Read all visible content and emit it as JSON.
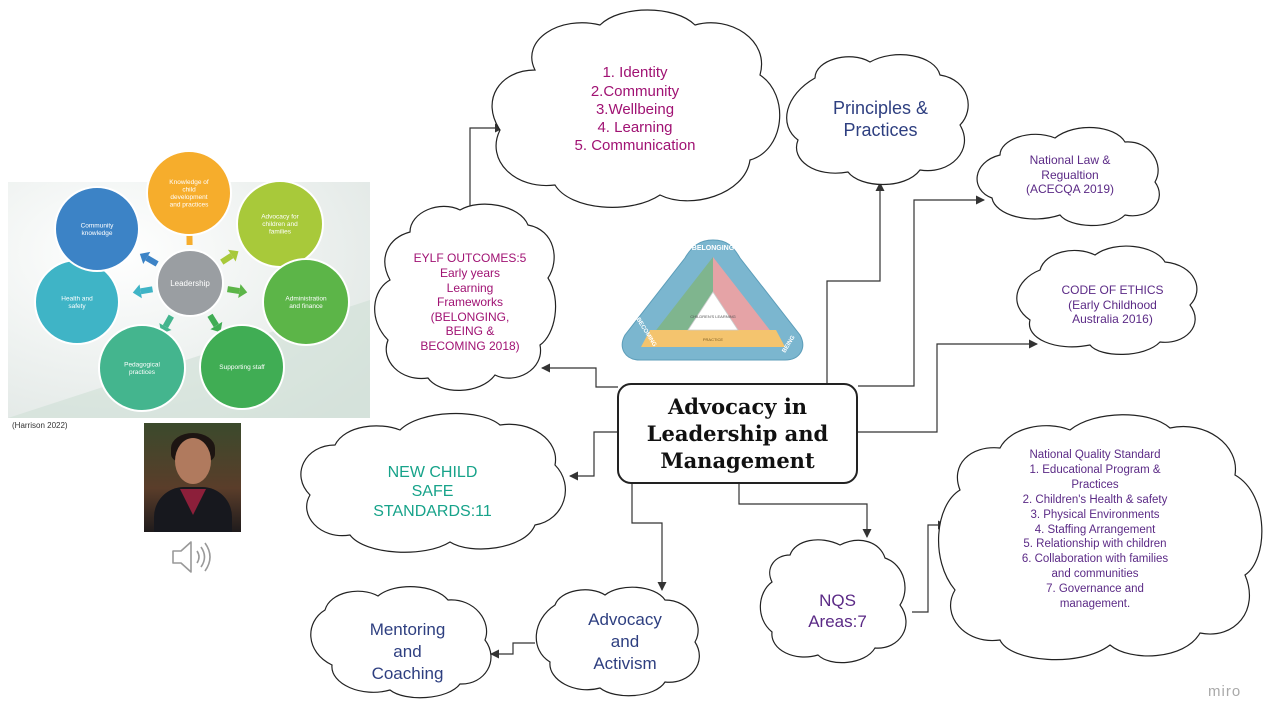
{
  "center": {
    "title": "Advocacy in\nLeadership and\nManagement"
  },
  "clouds": {
    "eylf_outcomes": "1. Identity\n2.Community\n3.Wellbeing\n4. Learning\n5. Communication",
    "principles": "Principles &\nPractices",
    "national_law": "National Law &\nRegualtion\n(ACECQA 2019)",
    "code_ethics": "CODE OF ETHICS\n(Early Childhood\nAustralia 2016)",
    "eylf": "EYLF OUTCOMES:5\nEarly years\nLearning\nFrameworks\n(BELONGING,\nBEING &\nBECOMING 2018)",
    "child_safe": "NEW CHILD\nSAFE\nSTANDARDS:11",
    "nqs_list": "National Quality Standard\n1. Educational Program &\nPractices\n2. Children's Health & safety\n3. Physical Environments\n4. Staffing Arrangement\n5. Relationship with children\n6. Collaboration with families\nand communities\n7. Governance and\nmanagement.",
    "nqs_areas": "NQS\nAreas:7",
    "advocacy": "Advocacy\nand\nActivism",
    "mentoring": "Mentoring\nand\nCoaching"
  },
  "triangle": {
    "top": "BELONGING",
    "right": "BEING",
    "left": "BECOMING",
    "inner_center": "CHILDREN'S LEARNING",
    "inner_bottom": "PRACTICE",
    "colors": {
      "frame": "#7bb6cf",
      "left": "#7fb58e",
      "right": "#e5a3a6",
      "bottom": "#f4c46e"
    }
  },
  "leadership": {
    "center": "Leadership",
    "nodes": [
      {
        "label": "Knowledge of\nchild\ndevelopment\nand practices",
        "color": "#f6ad2c"
      },
      {
        "label": "Advocacy for\nchildren and\nfamilies",
        "color": "#a8c93a"
      },
      {
        "label": "Administration\nand finance",
        "color": "#5cb548"
      },
      {
        "label": "Supporting staff",
        "color": "#40ad54"
      },
      {
        "label": "Pedagogical\npractices",
        "color": "#44b58e"
      },
      {
        "label": "Health and\nsafety",
        "color": "#3fb4c6"
      },
      {
        "label": "Community\nknowledge",
        "color": "#3c83c6"
      }
    ],
    "reference": "(Harrison 2022)"
  },
  "colors": {
    "magenta": "#a01273",
    "purple": "#5b2a86",
    "teal": "#17a38a",
    "navy": "#2e3f80"
  },
  "icons": [
    "speaker-icon"
  ],
  "branding": {
    "logo": "miro"
  }
}
